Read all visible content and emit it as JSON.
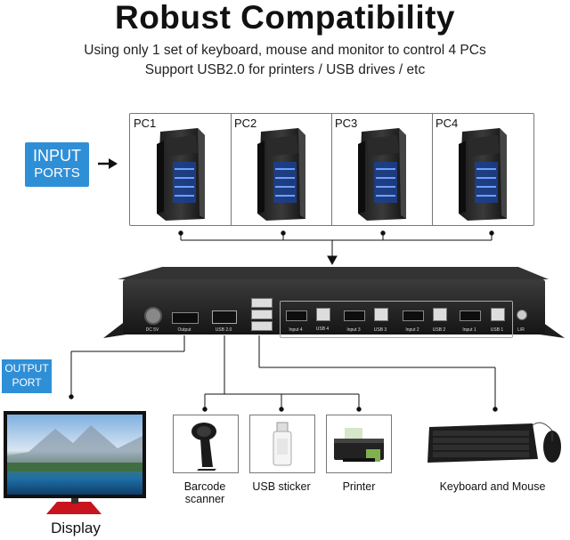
{
  "header": {
    "title": "Robust Compatibility",
    "subtitle_1": "Using only 1 set of keyboard, mouse and monitor to control 4 PCs",
    "subtitle_2": "Support USB2.0 for printers / USB drives / etc"
  },
  "pcs": [
    {
      "label": "PC1"
    },
    {
      "label": "PC2"
    },
    {
      "label": "PC3"
    },
    {
      "label": "PC4"
    }
  ],
  "input_badge": {
    "line1": "INPUT",
    "line2": "PORTS",
    "color": "#2f8fd6"
  },
  "output_badge": {
    "line1": "OUTPUT",
    "line2": "PORT",
    "color": "#2f8fd6"
  },
  "switch_ports": {
    "dc": "DC 5V",
    "output": "Output",
    "usb20": "USB 2.0",
    "input4": "Input 4",
    "usb4": "USB 4",
    "input3": "Input 3",
    "usb3": "USB 3",
    "input2": "Input 2",
    "usb2": "USB 2",
    "input1": "Input 1",
    "usb1": "USB 1",
    "lr": "L/R"
  },
  "devices": {
    "display": "Display",
    "barcode_line1": "Barcode",
    "barcode_line2": "scanner",
    "usb_sticker": "USB sticker",
    "printer": "Printer",
    "keyboard_mouse": "Keyboard and Mouse"
  }
}
